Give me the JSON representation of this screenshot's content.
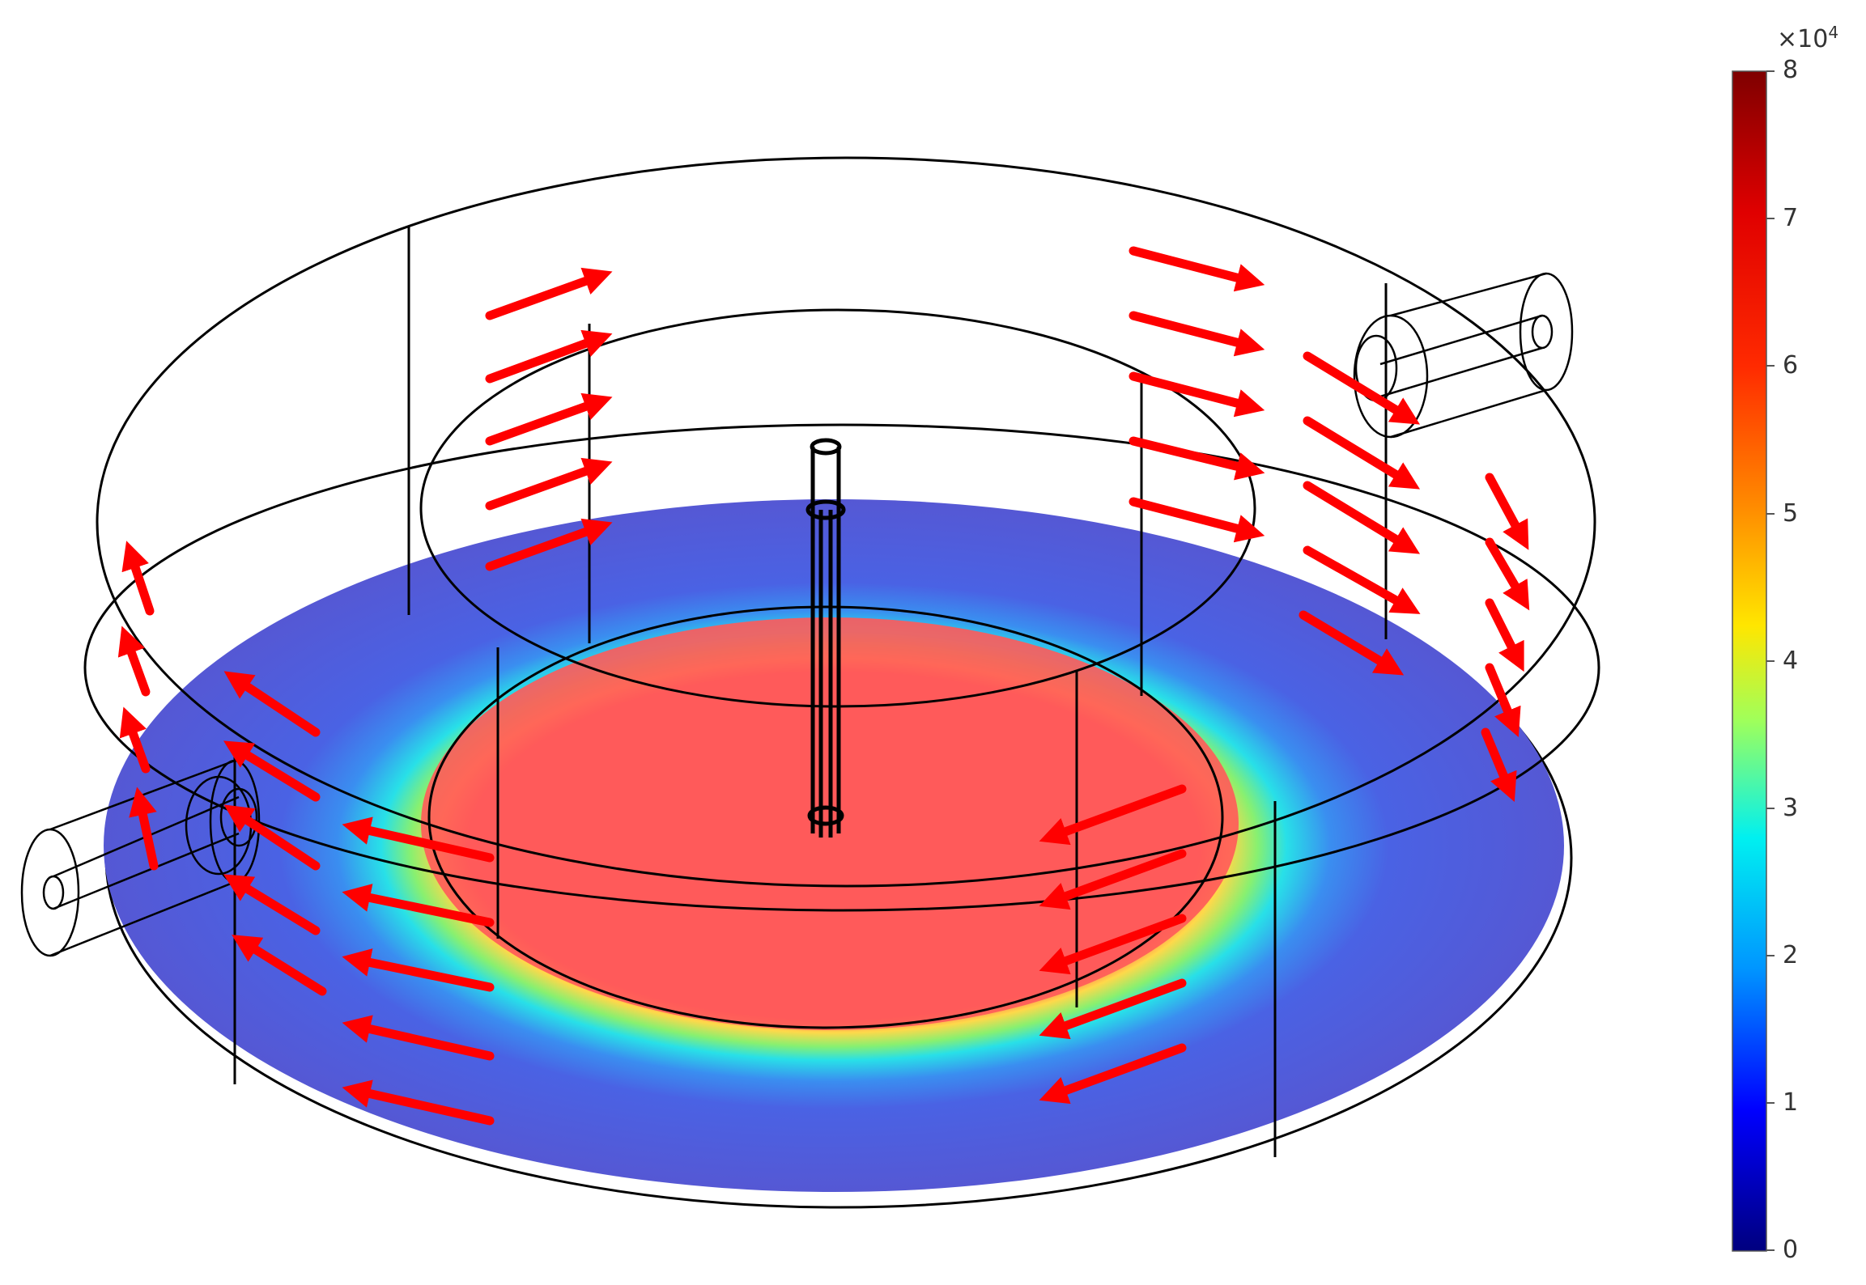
{
  "figure": {
    "description_free": true
  },
  "colorbar": {
    "multiplier_base": "×10",
    "multiplier_exp": "4",
    "ticks": [
      "8",
      "7",
      "6",
      "5",
      "4",
      "3",
      "2",
      "1",
      "0"
    ],
    "range": [
      0,
      8
    ],
    "colormap_stops": [
      "#7f0000",
      "#ff0000",
      "#ff7f00",
      "#ffff00",
      "#7fff7f",
      "#00ffff",
      "#0080ff",
      "#0000ff",
      "#00007f"
    ]
  },
  "field": {
    "outer_color": "#5558d8",
    "inner_color": "#ff5858",
    "arrow_color": "#ff0000"
  }
}
